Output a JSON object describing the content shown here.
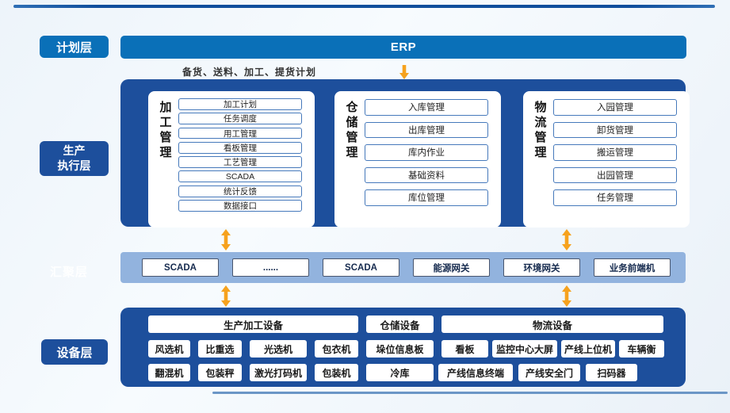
{
  "icons": {
    "down-arrow": "↓",
    "updown-arrow": "↕"
  },
  "colors": {
    "primary_blue": "#0a70b8",
    "navy_block": "#1d4f9c",
    "band_blue": "#92b3de",
    "arrow_orange": "#F6A21E"
  },
  "plan_layer": {
    "label": "计划层",
    "erp_label": "ERP",
    "plan_note": "备货、送料、加工、提货计划"
  },
  "mes_layer": {
    "label_line1": "生产",
    "label_line2": "执行层",
    "groups": [
      {
        "title": "加工管理",
        "items": [
          "加工计划",
          "任务调度",
          "用工管理",
          "看板管理",
          "工艺管理",
          "SCADA",
          "统计反馈",
          "数据接口"
        ]
      },
      {
        "title": "仓储管理",
        "items": [
          "入库管理",
          "出库管理",
          "库内作业",
          "基础资料",
          "库位管理"
        ]
      },
      {
        "title": "物流管理",
        "items": [
          "入园管理",
          "卸货管理",
          "搬运管理",
          "出园管理",
          "任务管理"
        ]
      }
    ]
  },
  "aggregation_layer": {
    "label": "汇聚层",
    "items": [
      "SCADA",
      "......",
      "SCADA",
      "能源网关",
      "环境网关",
      "业务前端机"
    ]
  },
  "device_layer": {
    "label": "设备层",
    "groups": [
      {
        "header": "生产加工设备",
        "rows": [
          [
            "风选机",
            "比重选",
            "光选机",
            "包衣机"
          ],
          [
            "翻混机",
            "包装秤",
            "激光打码机",
            "包装机"
          ]
        ]
      },
      {
        "header": "仓储设备",
        "rows": [
          [
            "垛位信息板"
          ],
          [
            "冷库"
          ]
        ]
      },
      {
        "header": "物流设备",
        "rows": [
          [
            "看板",
            "监控中心大屏",
            "产线上位机",
            "车辆衡"
          ],
          [
            "产线信息终端",
            "产线安全门",
            "扫码器"
          ]
        ]
      }
    ]
  }
}
